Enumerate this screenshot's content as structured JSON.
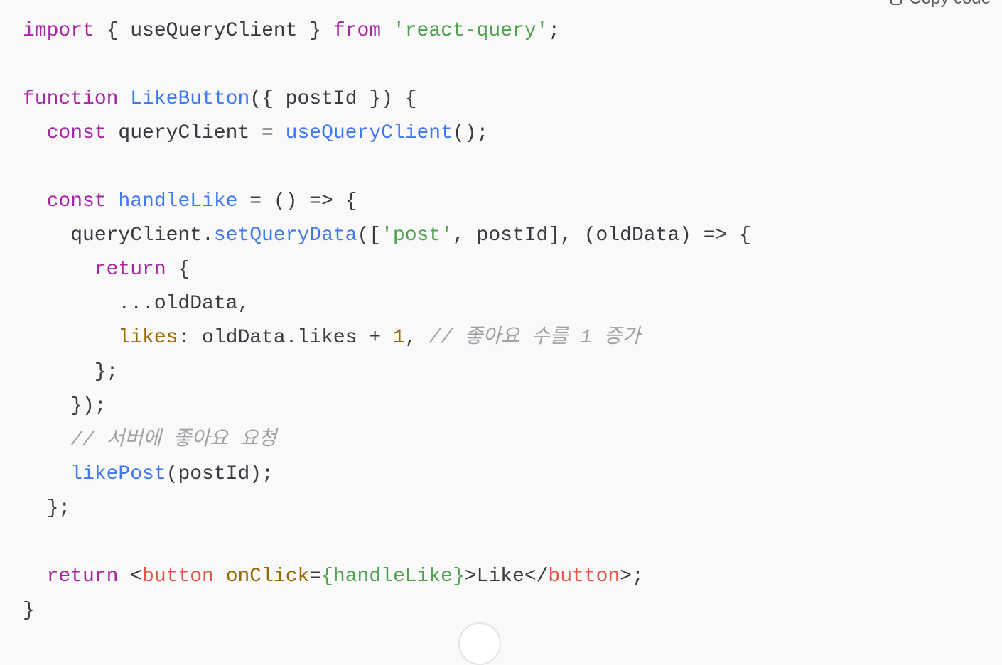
{
  "toolbar": {
    "copy_label": "Copy code",
    "copy_icon": "clipboard-icon"
  },
  "colors": {
    "background": "#f9f9f9",
    "keyword": "#a626a4",
    "function": "#4078f2",
    "string": "#50a14f",
    "property": "#986801",
    "tag": "#e45649",
    "comment": "#a0a1a7",
    "text": "#383a42"
  },
  "code": {
    "language": "jsx",
    "lines": [
      [
        [
          "kw",
          "import"
        ],
        [
          "pl",
          " { useQueryClient } "
        ],
        [
          "kw",
          "from"
        ],
        [
          "pl",
          " "
        ],
        [
          "str",
          "'react-query'"
        ],
        [
          "pl",
          ";"
        ]
      ],
      [],
      [
        [
          "kw",
          "function"
        ],
        [
          "pl",
          " "
        ],
        [
          "fn",
          "LikeButton"
        ],
        [
          "pl",
          "({ postId }) {"
        ]
      ],
      [
        [
          "pl",
          "  "
        ],
        [
          "kw",
          "const"
        ],
        [
          "pl",
          " queryClient = "
        ],
        [
          "fn",
          "useQueryClient"
        ],
        [
          "pl",
          "();"
        ]
      ],
      [],
      [
        [
          "pl",
          "  "
        ],
        [
          "kw",
          "const"
        ],
        [
          "pl",
          " "
        ],
        [
          "fn",
          "handleLike"
        ],
        [
          "pl",
          " = () => {"
        ]
      ],
      [
        [
          "pl",
          "    queryClient."
        ],
        [
          "fn",
          "setQueryData"
        ],
        [
          "pl",
          "(["
        ],
        [
          "str",
          "'post'"
        ],
        [
          "pl",
          ", postId], (oldData) => {"
        ]
      ],
      [
        [
          "pl",
          "      "
        ],
        [
          "kw",
          "return"
        ],
        [
          "pl",
          " {"
        ]
      ],
      [
        [
          "pl",
          "        ...oldData,"
        ]
      ],
      [
        [
          "pl",
          "        "
        ],
        [
          "prop",
          "likes"
        ],
        [
          "pl",
          ": oldData.likes + "
        ],
        [
          "num",
          "1"
        ],
        [
          "pl",
          ", "
        ],
        [
          "cm",
          "// 좋아요 수를 1 증가"
        ]
      ],
      [
        [
          "pl",
          "      };"
        ]
      ],
      [
        [
          "pl",
          "    });"
        ]
      ],
      [
        [
          "pl",
          "    "
        ],
        [
          "cm",
          "// 서버에 좋아요 요청"
        ]
      ],
      [
        [
          "pl",
          "    "
        ],
        [
          "fn",
          "likePost"
        ],
        [
          "pl",
          "(postId);"
        ]
      ],
      [
        [
          "pl",
          "  };"
        ]
      ],
      [],
      [
        [
          "pl",
          "  "
        ],
        [
          "kw",
          "return"
        ],
        [
          "pl",
          " <"
        ],
        [
          "tag",
          "button"
        ],
        [
          "pl",
          " "
        ],
        [
          "prop",
          "onClick"
        ],
        [
          "pl",
          "="
        ],
        [
          "str",
          "{handleLike}"
        ],
        [
          "pl",
          ">Like</"
        ],
        [
          "tag",
          "button"
        ],
        [
          "pl",
          ">;"
        ]
      ],
      [
        [
          "pl",
          "}"
        ]
      ]
    ]
  },
  "scroll_button": {
    "icon": "arrow-down-icon"
  }
}
